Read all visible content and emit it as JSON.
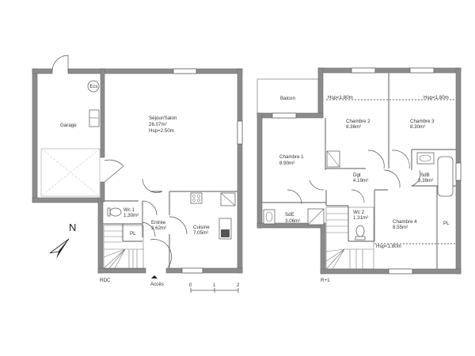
{
  "plan": {
    "levels": [
      {
        "id": "rdc",
        "label": "RDC",
        "entrance_label": "Accès",
        "rooms": [
          {
            "name": "Garage",
            "area": "",
            "height": ""
          },
          {
            "name": "Séjour/Salon",
            "area": "26.07m²",
            "height": "Hsp=2.50m"
          },
          {
            "name": "Wc 1",
            "area": "1.30m²",
            "height": ""
          },
          {
            "name": "Entrée",
            "area": "3.62m²",
            "height": ""
          },
          {
            "name": "PL",
            "area": "",
            "height": ""
          },
          {
            "name": "Cuisine",
            "area": "7.05m²",
            "height": ""
          }
        ],
        "equipment_labels": [
          "Ecs"
        ]
      },
      {
        "id": "r1",
        "label": "R+1",
        "rooms": [
          {
            "name": "Balcon",
            "area": "",
            "height": ""
          },
          {
            "name": "Chambre 1",
            "area": "8.90m²",
            "height": ""
          },
          {
            "name": "Chambre 2",
            "area": "8.36m²",
            "height": ""
          },
          {
            "name": "Chambre 3",
            "area": "8.30m²",
            "height": ""
          },
          {
            "name": "Dgt",
            "area": "4.19m²",
            "height": ""
          },
          {
            "name": "SdB",
            "area": "3.39m²",
            "height": ""
          },
          {
            "name": "SdE",
            "area": "3.06m²",
            "height": ""
          },
          {
            "name": "Wc 2",
            "area": "1.31m²",
            "height": ""
          },
          {
            "name": "Chambre 4",
            "area": "8.55m²",
            "height": ""
          },
          {
            "name": "PL",
            "area": "",
            "height": ""
          }
        ],
        "height_notes": [
          "Hsp<1.80m",
          "Hsp<1.80m",
          "Hsp<1.80m"
        ]
      }
    ],
    "north_label": "N",
    "scale": {
      "ticks": [
        "0",
        "1",
        "2"
      ]
    },
    "colors": {
      "wall": "#8c8c8c",
      "background": "#ffffff",
      "line": "#555555"
    }
  }
}
